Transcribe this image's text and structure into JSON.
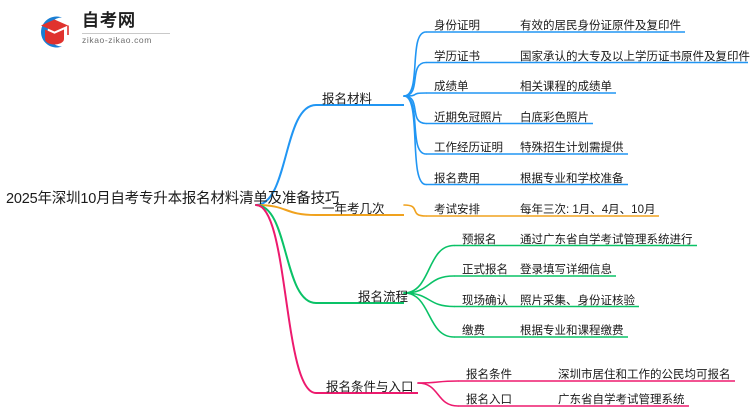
{
  "logo": {
    "mark_name": "zikao-graduation-cap-logo",
    "title": "自考网",
    "domain": "zikao-zikao.com",
    "blue": "#1a7fd4",
    "red": "#e0322e"
  },
  "mindmap": {
    "root": {
      "label": "2025年深圳10月自考专升本报名材料清单及准备技巧"
    },
    "branches": [
      {
        "label": "报名材料",
        "color": "#2196f3",
        "children": [
          {
            "label": "身份证明",
            "value": "有效的居民身份证原件及复印件"
          },
          {
            "label": "学历证书",
            "value": "国家承认的大专及以上学历证书原件及复印件"
          },
          {
            "label": "成绩单",
            "value": "相关课程的成绩单"
          },
          {
            "label": "近期免冠照片",
            "value": "白底彩色照片"
          },
          {
            "label": "工作经历证明",
            "value": "特殊招生计划需提供"
          },
          {
            "label": "报名费用",
            "value": "根据专业和学校准备"
          }
        ]
      },
      {
        "label": "一年考几次",
        "color": "#f0a21e",
        "children": [
          {
            "label": "考试安排",
            "value": "每年三次: 1月、4月、10月"
          }
        ]
      },
      {
        "label": "报名流程",
        "color": "#0ac267",
        "children": [
          {
            "label": "预报名",
            "value": "通过广东省自学考试管理系统进行"
          },
          {
            "label": "正式报名",
            "value": "登录填写详细信息"
          },
          {
            "label": "现场确认",
            "value": "照片采集、身份证核验"
          },
          {
            "label": "缴费",
            "value": "根据专业和课程缴费"
          }
        ]
      },
      {
        "label": "报名条件与入口",
        "color": "#ed1a6e",
        "children": [
          {
            "label": "报名条件",
            "value": "深圳市居住和工作的公民均可报名"
          },
          {
            "label": "报名入口",
            "value": "广东省自学考试管理系统"
          }
        ]
      }
    ]
  }
}
